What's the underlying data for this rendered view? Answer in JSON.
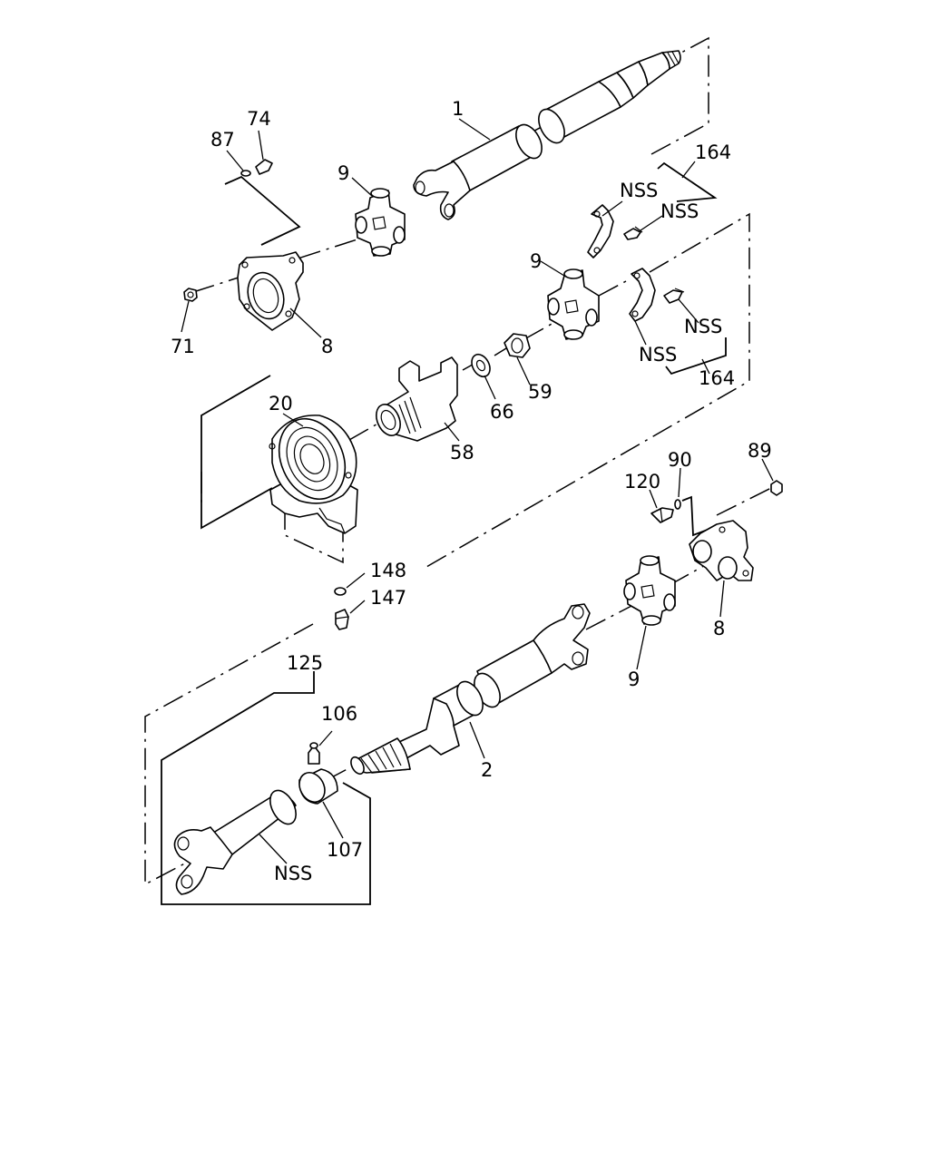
{
  "diagram": {
    "labels": {
      "p1": "1",
      "p2": "2",
      "p8a": "8",
      "p8b": "8",
      "p9a": "9",
      "p9b": "9",
      "p9c": "9",
      "p20": "20",
      "p58": "58",
      "p59": "59",
      "p66": "66",
      "p71": "71",
      "p74": "74",
      "p87": "87",
      "p89": "89",
      "p90": "90",
      "p106": "106",
      "p107": "107",
      "p120": "120",
      "p125": "125",
      "p147": "147",
      "p148": "148",
      "p164a": "164",
      "p164b": "164",
      "nss1": "NSS",
      "nss2": "NSS",
      "nss3": "NSS",
      "nss4": "NSS",
      "nss5": "NSS"
    }
  }
}
